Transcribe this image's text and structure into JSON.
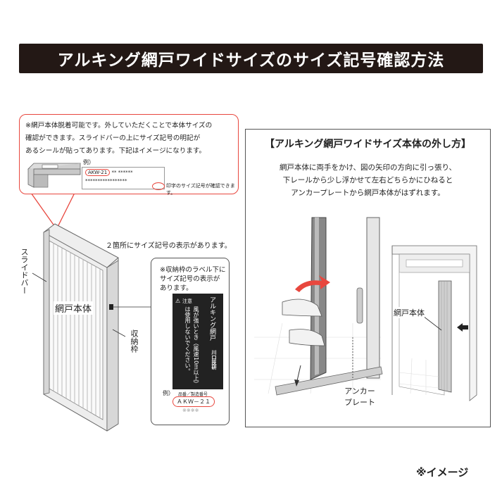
{
  "title": "アルキング網戸ワイドサイズのサイズ記号確認方法",
  "callout": {
    "lines": [
      "※網戸本体脱着可能です。外していただくことで本体サイズの",
      "確認ができます。スライドバーの上にサイズ記号の明記が",
      "あるシールが貼ってあります。下記はイメージになります。"
    ],
    "example_label": "例）",
    "sticker_code": "AKW-21",
    "sticker_stars_1": "** ******",
    "sticker_stars_2": "*****************",
    "legend_text": "印字のサイズ記号が確認できます。"
  },
  "left_diagram": {
    "two_places_note": "２箇所にサイズ記号の表示があります。",
    "slide_bar_label": "スライドバー",
    "body_label": "網戸本体",
    "frame_label": "収納枠",
    "label_note_lines": [
      "※収納枠のラベル下に",
      "サイズ記号の表示が",
      "あります。"
    ],
    "caution_title": "注意",
    "caution_text_1": "風が強いとき（風速10m以上）",
    "caution_text_2": "は使用しないでください。",
    "product_name": "アルキング網戸",
    "maker": "川口技研",
    "example_label": "例）",
    "small_label": "品番／製造番号",
    "label_code": "ＡＫＷ－２１",
    "label_stars": "※※※※"
  },
  "right_box": {
    "title": "【アルキング網戸ワイドサイズ本体の外し方】",
    "desc_lines": [
      "網戸本体に両手をかけ、図の矢印の方向に引っ張り、",
      "下レールから少し浮かせて左右どちらかにひねると",
      "アンカープレートから網戸本体がはずれます。"
    ],
    "anchor_label_1": "アンカー",
    "anchor_label_2": "プレート",
    "body_label": "網戸本体"
  },
  "footnote": "※イメージ",
  "colors": {
    "title_bg": "#231815",
    "accent_red": "#e8473e"
  }
}
